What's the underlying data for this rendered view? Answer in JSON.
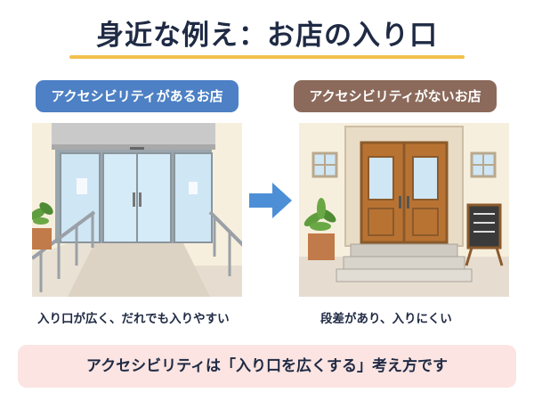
{
  "title": "身近な例え：お店の入り口",
  "left": {
    "label": "アクセシビリティがあるお店",
    "caption": "入り口が広く、だれでも入りやすい"
  },
  "right": {
    "label": "アクセシビリティがないお店",
    "caption": "段差があり、入りにくい"
  },
  "summary": "アクセシビリティは「入り口を広くする」考え方です",
  "colors": {
    "title_underline": "#f2c14e",
    "left_pill": "#4d80c4",
    "right_pill": "#8b6a5b",
    "arrow": "#4d8fd6",
    "banner": "#fbe4e1"
  },
  "icons": [
    "arrow-right-icon",
    "plant-icon",
    "menu-board-icon"
  ]
}
